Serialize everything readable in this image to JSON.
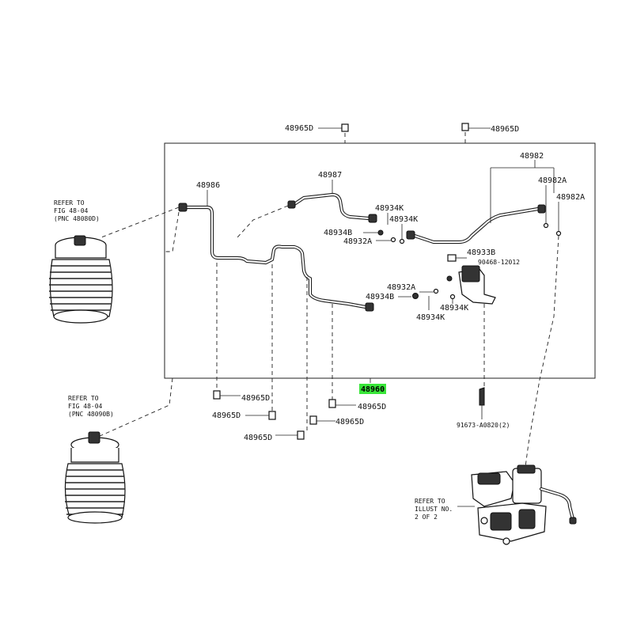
{
  "diagram": {
    "highlight_color": "#39e639",
    "main_part": "48960",
    "labels": {
      "clip_top_left": "48965D",
      "clip_top_right": "48965D",
      "tube_left": "48986",
      "tube_upper": "48987",
      "tube_right": "48982",
      "tube_right_a1": "48982A",
      "tube_right_a2": "48982A",
      "k_upper1": "48934K",
      "k_upper2": "48934K",
      "b_upper": "48934B",
      "a_upper": "48932A",
      "b_right": "48933B",
      "bolt_code": "90468-12012",
      "a_lower": "48932A",
      "b_lower": "48934B",
      "k_lower1": "48934K",
      "k_lower2": "48934K",
      "clip_bottom1": "48965D",
      "clip_bottom2": "48965D",
      "clip_bottom3": "48965D",
      "clip_bottom4": "48965D",
      "clip_bottom5": "48965D",
      "bolt_bottom": "91673-A0820(2)"
    },
    "refer_top": {
      "line1": "REFER TO",
      "line2": "FIG 48-04",
      "line3": "(PNC 48080D)"
    },
    "refer_bottom": {
      "line1": "REFER TO",
      "line2": "FIG 48-04",
      "line3": "(PNC 48090B)"
    },
    "refer_pump": {
      "line1": "REFER TO",
      "line2": "ILLUST NO.",
      "line3": "2 OF 2"
    }
  }
}
